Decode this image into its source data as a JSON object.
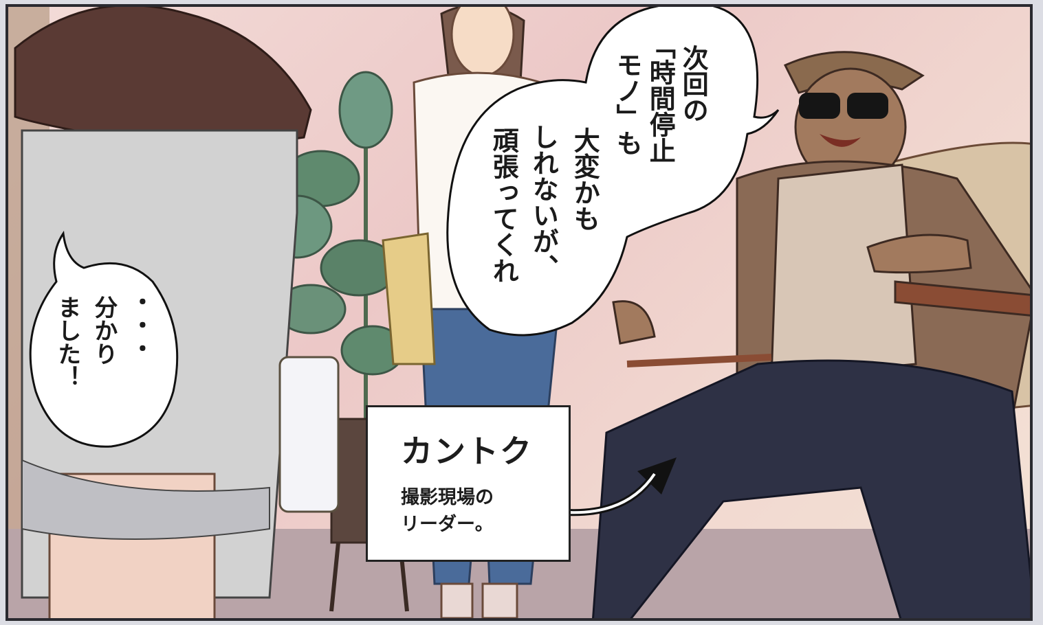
{
  "speech": {
    "director": {
      "line1": "次回の",
      "line2": "「時間停止",
      "line3": "モノ」も",
      "line4": "大変かも",
      "line5": "しれないが、",
      "line6": "頑張ってくれ"
    },
    "girl": {
      "line1": "・・・",
      "line2": "分かり",
      "line3": "ました！"
    }
  },
  "caption": {
    "title": "カントク",
    "description": "撮影現場の\nリーダー。"
  },
  "colors": {
    "frame": "#2a2a30",
    "background_pink": "#ecc8c7",
    "jacket": "#8a6a55",
    "pants": "#2e3145",
    "dress": "#cfcfcf",
    "hair": "#5a3a34",
    "plant": "#5f8a6e"
  }
}
